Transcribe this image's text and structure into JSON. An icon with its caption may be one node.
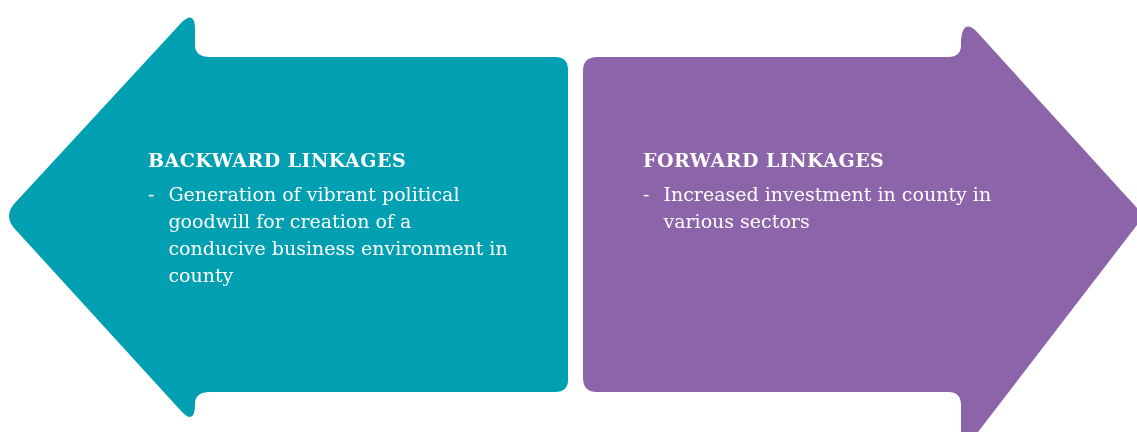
{
  "diagram": {
    "nodes": [
      {
        "text": [
          "BACKWARD LINKAGES",
          "-",
          "Generation of vibrant political goodwill for creation of a conducive business environment in county"
        ]
      },
      {
        "text": [
          "FORWARD LINKAGES",
          "-",
          "Increased investment in county in various sectors"
        ]
      }
    ]
  }
}
